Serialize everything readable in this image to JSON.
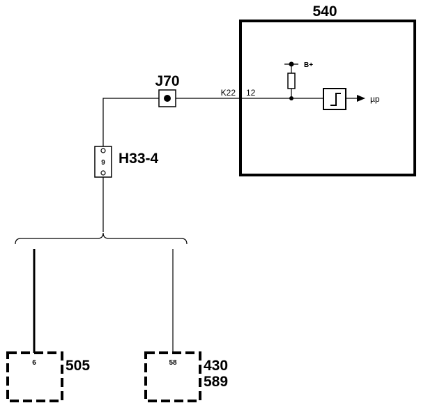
{
  "diagram": {
    "module": {
      "id": "540",
      "supply_label": "B+",
      "output_label": "µp"
    },
    "connector": {
      "id": "K22",
      "pin": "12"
    },
    "junction": {
      "id": "J70"
    },
    "harness_connector": {
      "id": "H33-4",
      "pin": "9"
    },
    "component_a": {
      "pin": "6",
      "id": "505"
    },
    "component_b": {
      "pin": "58",
      "id_line1": "430",
      "id_line2": "589"
    }
  }
}
